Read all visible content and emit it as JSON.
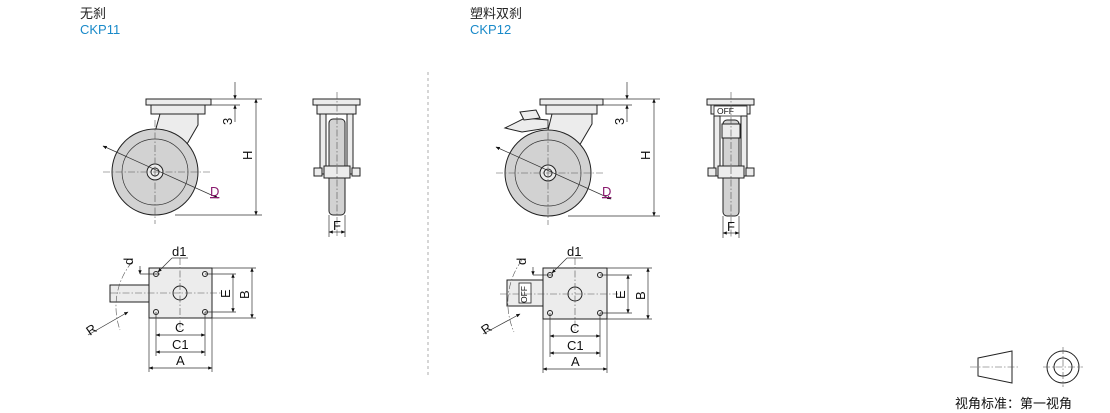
{
  "variants": [
    {
      "name": "无刹",
      "code": "CKP11"
    },
    {
      "name": "塑料双刹",
      "code": "CKP12"
    }
  ],
  "dimensions": {
    "three": "3",
    "H": "H",
    "D": "D",
    "F": "F",
    "d": "d",
    "d1": "d1",
    "E": "E",
    "B": "B",
    "R": "R",
    "C": "C",
    "C1": "C1",
    "A": "A",
    "off": "OFF"
  },
  "projection_label": "视角标准：第一视角",
  "colors": {
    "code": "#1a8ac9",
    "D_label": "#8a1a6e"
  }
}
